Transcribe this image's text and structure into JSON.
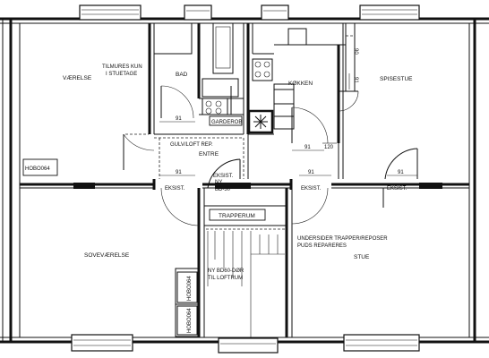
{
  "rooms": {
    "vaerelse": "VÆRELSE",
    "bad": "BAD",
    "koekken": "KØKKEN",
    "spisestue": "SPISESTUE",
    "garderobe": "GARDEROB",
    "entre": "ENTRE",
    "trapperum": "TRAPPERUM",
    "sovevaerelse": "SOVEVÆRELSE",
    "stue": "STUE"
  },
  "notes": {
    "tilmures_line1": "TILMURES KUN",
    "tilmures_line2": "I STUETAGE",
    "gulv_loft": "GULV/LOFT REP.",
    "undersider_line1": "UNDERSIDER TRAPPER/REPOSER",
    "undersider_line2": "PUDS REPARERES",
    "ny_bd60_line1": "NY BD60-DØR",
    "ny_bd60_line2": "TIL LOFTRUM",
    "eksist": "EKSIST.",
    "ny_bd30_line1": "NY",
    "ny_bd30_line2": "BD-30"
  },
  "labels": {
    "hob_left": "HOBO064",
    "hob_stack_top": "HOBO064",
    "hob_stack_bottom": "HOBO064"
  },
  "dimensions": {
    "d91": "91",
    "d120": "120",
    "d90": "90"
  }
}
